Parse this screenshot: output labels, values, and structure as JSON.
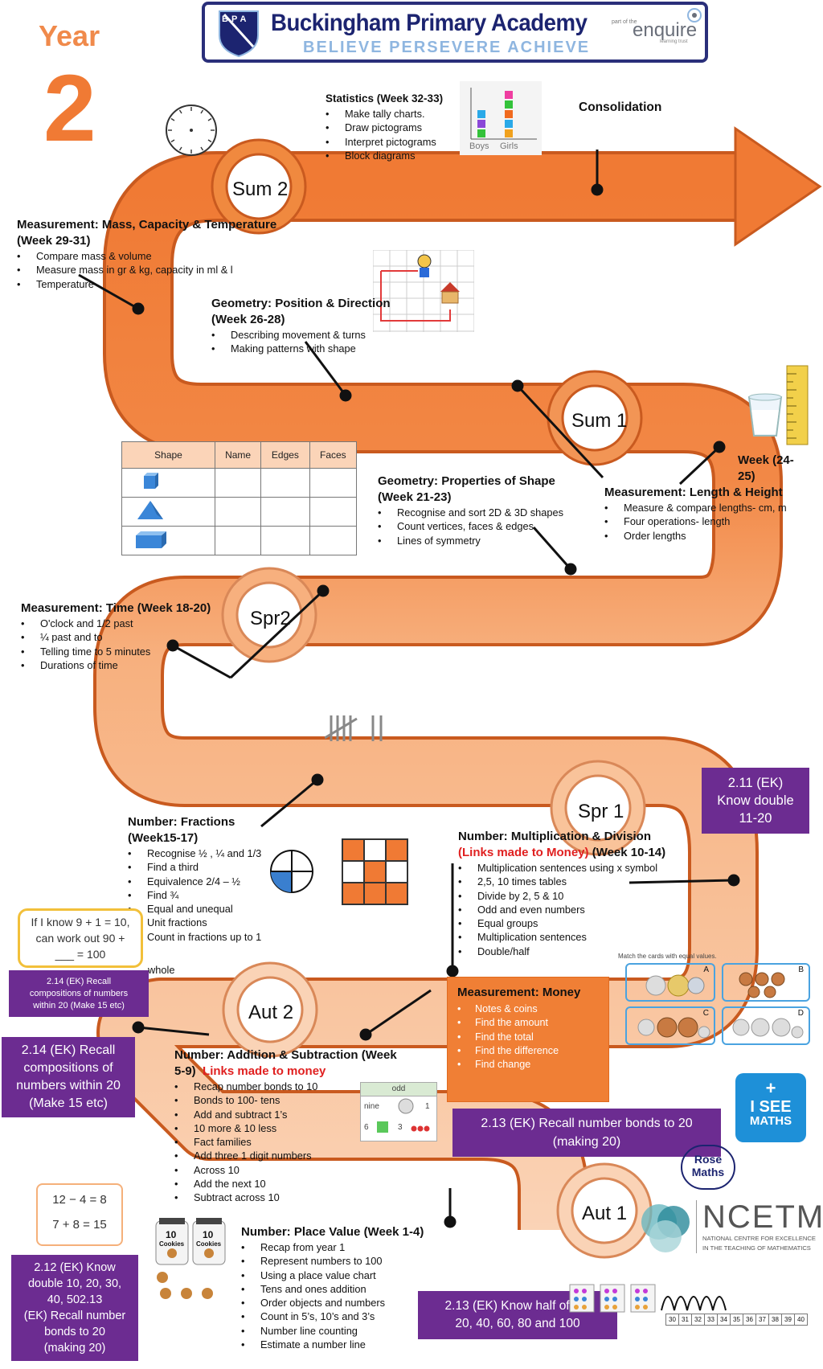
{
  "header": {
    "crest_text": "BPA",
    "school_name": "Buckingham Primary Academy",
    "motto": "BELIEVE  PERSEVERE  ACHIEVE",
    "trust_prefix": "part of the",
    "trust_name": "enquire",
    "trust_suffix": "learning trust"
  },
  "year": {
    "label": "Year",
    "number": "2"
  },
  "terms": {
    "sum2": "Sum 2",
    "sum1": "Sum 1",
    "spr2": "Spr2",
    "spr1": "Spr 1",
    "aut2": "Aut 2",
    "aut1": "Aut 1"
  },
  "consolidation": "Consolidation",
  "statistics": {
    "heading": "Statistics (Week 32-33)",
    "items": [
      "Make tally charts.",
      "Draw pictograms",
      "Interpret pictograms",
      "Block diagrams"
    ],
    "chart_labels": [
      "Boys",
      "Girls"
    ]
  },
  "mass": {
    "heading_line1": "Measurement: Mass, Capacity & Temperature",
    "heading_line2": "(Week 29-31)",
    "items": [
      "Compare mass & volume",
      "Measure mass in gr & kg, capacity in ml & l",
      "Temperature"
    ]
  },
  "position": {
    "heading_line1": "Geometry: Position & Direction",
    "heading_line2": "(Week 26-28)",
    "items": [
      "Describing movement & turns",
      "Making patterns with shape"
    ]
  },
  "length": {
    "week_line1": "Week (24-",
    "week_line2": "25)",
    "heading": "Measurement: Length & Height",
    "items": [
      "Measure & compare lengths- cm, m",
      "Four operations- length",
      "Order lengths"
    ]
  },
  "shape_table": {
    "headers": [
      "Shape",
      "Name",
      "Edges",
      "Faces"
    ]
  },
  "properties": {
    "heading_line1": "Geometry: Properties of Shape",
    "heading_line2": "(Week 21-23)",
    "items": [
      "Recognise and sort  2D & 3D shapes",
      "Count vertices, faces & edges",
      "Lines of symmetry"
    ]
  },
  "time": {
    "heading": "Measurement: Time (Week 18-20)",
    "items": [
      "O'clock and 1/2 past",
      "¼ past and to",
      "Telling time to 5 minutes",
      "Durations of time"
    ]
  },
  "double_box": {
    "line1": "2.11 (EK)",
    "line2": "Know double",
    "line3": "11-20"
  },
  "fractions": {
    "heading_line1": "Number: Fractions",
    "heading_line2": "(Week15-17)",
    "items": [
      "Recognise ½ , ¼ and 1/3",
      "Find a third",
      "Equivalence 2/4 – ½",
      "Find ¾",
      "Equal and unequal",
      "Unit fractions",
      "Count in fractions up to 1"
    ],
    "last_line": "whole"
  },
  "multiplication": {
    "heading": "Number: Multiplication & Division",
    "links_red": "(Links made to Money)",
    "weeks": " (Week 10-14)",
    "items": [
      "Multiplication sentences using x symbol",
      "2,5, 10 times tables",
      "Divide by 2, 5 & 10",
      "Odd and even numbers",
      "Equal groups",
      "Multiplication sentences",
      "Double/half"
    ]
  },
  "bubble": {
    "line1": "If I know 9 + 1 = 10,",
    "line2": "can work out 90 +",
    "line3": "___ = 100"
  },
  "small_purple": {
    "line1": "2.14 (EK) Recall",
    "line2": "compositions of numbers",
    "line3": "within 20 (Make 15 etc)"
  },
  "big_purple": {
    "line1": "2.14 (EK) Recall",
    "line2": "compositions of",
    "line3": "numbers within 20",
    "line4": "(Make 15 etc)"
  },
  "cards_caption": "Match the cards with equal values.",
  "cards_letters": [
    "A",
    "B",
    "C",
    "D"
  ],
  "money": {
    "heading": "Measurement: Money",
    "items": [
      "Notes & coins",
      "Find the amount",
      "Find the total",
      "Find the difference",
      "Find change"
    ]
  },
  "addition": {
    "heading_line1": "Number: Addition & Subtraction (Week",
    "weeks2": "5-9)",
    "links_red": "Links made  to money",
    "items": [
      "Recap number bonds to 10",
      "Bonds to 100- tens",
      "Add and subtract 1’s",
      "10 more & 10 less",
      "Fact families",
      "Add three 1 digit numbers",
      "Across 10",
      "Add the next 10",
      "Subtract across 10"
    ]
  },
  "odd_card": {
    "title": "odd",
    "word": "nine",
    "n1": "1",
    "n2": "6",
    "n3": "3"
  },
  "bonds_box": {
    "line1": "2.13 (EK) Recall number bonds to 20",
    "line2": "(making 20)"
  },
  "isee": {
    "line1": "I SEE",
    "line2": "MATHS"
  },
  "rose": {
    "line1": "Rose",
    "line2": "Maths"
  },
  "equations": {
    "eq1": "12 − 4 = 8",
    "eq2": "7 + 8 = 15"
  },
  "double10_box": {
    "line1": "2.12 (EK) Know",
    "line2": "double 10, 20, 30,",
    "line3": "40, 502.13",
    "line4": "(EK) Recall number",
    "line5": "bonds to 20",
    "line6": "(making 20)"
  },
  "cookies": {
    "n1": "10",
    "n2": "10",
    "label": "Cookies"
  },
  "place_value": {
    "heading": "Number: Place Value (Week 1-4)",
    "items": [
      "Recap from year 1",
      "Represent numbers to 100",
      "Using a place value chart",
      "Tens and ones addition",
      "Order objects and numbers",
      "Count in 5’s, 10’s and 3’s",
      "Number line counting",
      "Estimate a number line"
    ]
  },
  "ncetm": {
    "name": "NCETM",
    "line1": "NATIONAL CENTRE FOR EXCELLENCE",
    "line2": "IN THE TEACHING OF MATHEMATICS"
  },
  "half_box": {
    "line1": "2.13 (EK) Know half of 10,",
    "line2": "20, 40, 60, 80 and 100"
  },
  "numberline": [
    "30",
    "31",
    "32",
    "33",
    "34",
    "35",
    "36",
    "37",
    "38",
    "39",
    "40"
  ],
  "colors": {
    "road_dark": "#f07a34",
    "road_light": "#f9c39a",
    "purple": "#6c2c91",
    "navy": "#1c2470"
  }
}
